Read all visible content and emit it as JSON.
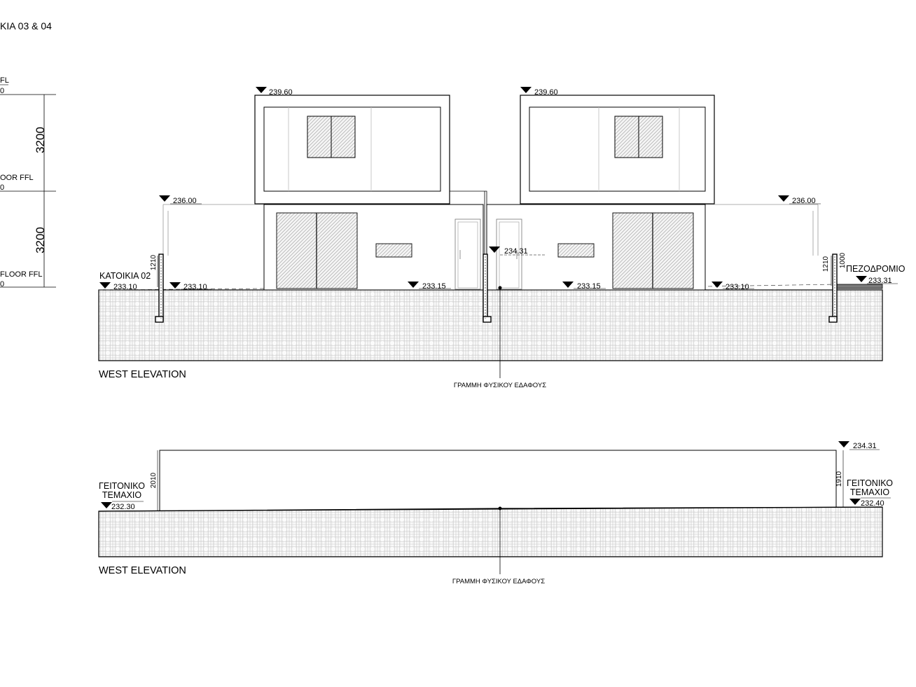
{
  "sheet": {
    "title_fragment": "ΚΙΑ 03 & 04",
    "left_margin": {
      "level_1_label": "FL",
      "level_1_value": "0",
      "level_2_label": "OOR FFL",
      "level_2_value": "0",
      "level_3_label": "FLOOR FFL",
      "level_3_value": "0",
      "dim_upper": "3200",
      "dim_lower": "3200"
    }
  },
  "elevation_1": {
    "caption": "WEST ELEVATION",
    "ground_note": "ΓΡΑΜΜΗ ΦΥΣΙΚΟΥ ΕΔΑΦΟΥΣ",
    "left_neighbor_label": "ΚΑΤΟΙΚΙΑ 02",
    "sidewalk_label": "ΠΕΖΟΔΡΟΜΙΟ",
    "levels": {
      "roof_left": "239.60",
      "roof_right": "239.60",
      "wall_left": "236.00",
      "wall_right": "236.00",
      "entrance": "234.31",
      "ground_far_left": "233.10",
      "ground_left": "233.10",
      "ground_mid_left": "233.15",
      "ground_mid_right": "233.15",
      "ground_right": "233.10",
      "sidewalk": "233.31"
    },
    "dims": {
      "fence_left": "1210",
      "fence_right": "1210",
      "fence_sidewalk": "1000"
    }
  },
  "elevation_2": {
    "caption": "WEST ELEVATION",
    "ground_note": "ΓΡΑΜΜΗ ΦΥΣΙΚΟΥ ΕΔΑΦΟΥΣ",
    "left_label_line1": "ΓΕΙΤΟΝΙΚΟ",
    "left_label_line2": "ΤΕΜΑΧΙΟ",
    "right_label_line1": "ΓΕΙΤΟΝΙΚΟ",
    "right_label_line2": "ΤΕΜΑΧΙΟ",
    "levels": {
      "left": "232.30",
      "right": "232.40",
      "top_right": "234.31"
    },
    "dims": {
      "wall_left": "2010",
      "wall_right": "1910"
    }
  }
}
